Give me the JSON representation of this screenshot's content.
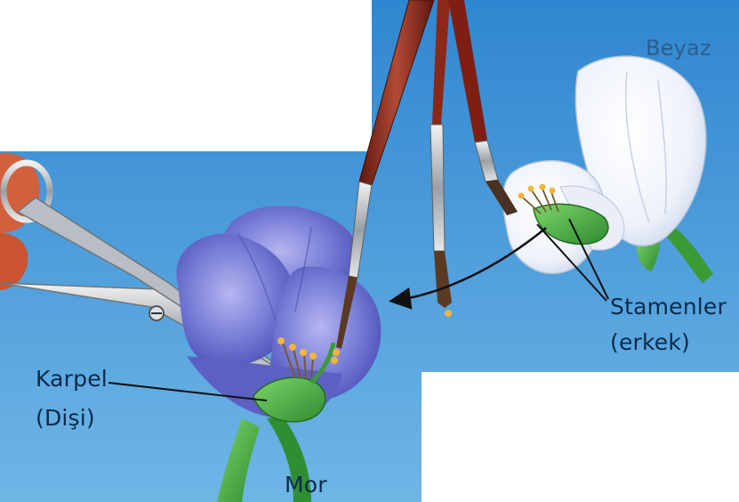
{
  "labels": {
    "white_flower": "Beyaz",
    "stamens_line1": "Stamenler",
    "stamens_line2": "(erkek)",
    "carpel_line1": "Karpel",
    "carpel_line2": "(Dişi)",
    "purple_flower": "Mor"
  },
  "colors": {
    "background_panel": "#4a98d4",
    "purple_petals": "#6a6fd0",
    "white_petals": "#f4f7fb",
    "stem_green": "#3fa23a",
    "brush_handle": "#8b2a1c",
    "label_text": "#0b2a4a"
  }
}
